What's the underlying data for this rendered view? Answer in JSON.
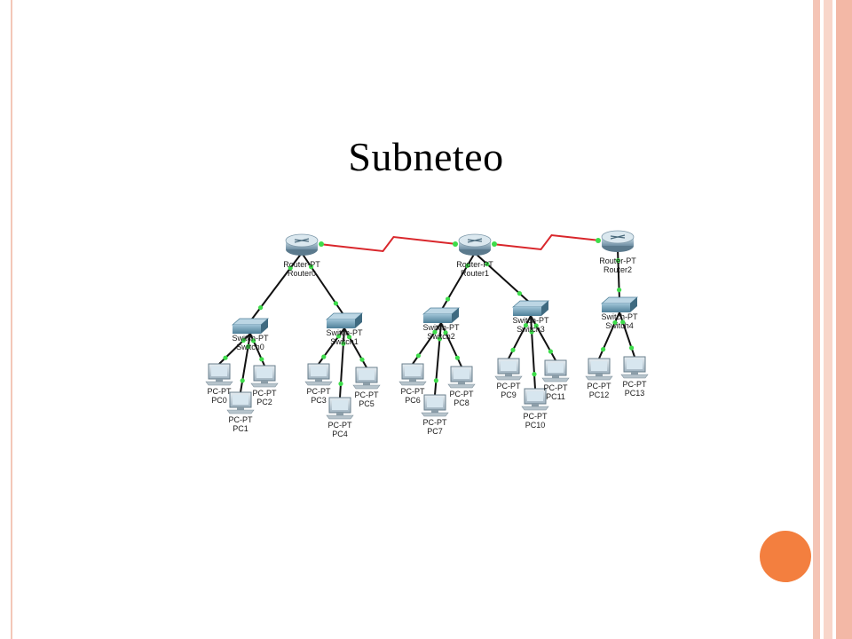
{
  "slide": {
    "title": "Subneteo",
    "accent_color": "#f37f3f",
    "stripe_colors": [
      "#f5c4b5",
      "#f8d6ca",
      "#f3b8a6"
    ]
  },
  "diagram": {
    "routers": [
      {
        "type": "Router-PT",
        "name": "Router0"
      },
      {
        "type": "Router-PT",
        "name": "Router1"
      },
      {
        "type": "Router-PT",
        "name": "Router2"
      }
    ],
    "switches": [
      {
        "type": "Switch-PT",
        "name": "Switch0"
      },
      {
        "type": "Switch-PT",
        "name": "Switch1"
      },
      {
        "type": "Switch-PT",
        "name": "Switch2"
      },
      {
        "type": "Switch-PT",
        "name": "Switch3"
      },
      {
        "type": "Switch-PT",
        "name": "Switch4"
      }
    ],
    "pcs": [
      {
        "type": "PC-PT",
        "name": "PC0"
      },
      {
        "type": "PC-PT",
        "name": "PC1"
      },
      {
        "type": "PC-PT",
        "name": "PC2"
      },
      {
        "type": "PC-PT",
        "name": "PC3"
      },
      {
        "type": "PC-PT",
        "name": "PC4"
      },
      {
        "type": "PC-PT",
        "name": "PC5"
      },
      {
        "type": "PC-PT",
        "name": "PC6"
      },
      {
        "type": "PC-PT",
        "name": "PC7"
      },
      {
        "type": "PC-PT",
        "name": "PC8"
      },
      {
        "type": "PC-PT",
        "name": "PC9"
      },
      {
        "type": "PC-PT",
        "name": "PC10"
      },
      {
        "type": "PC-PT",
        "name": "PC11"
      },
      {
        "type": "PC-PT",
        "name": "PC12"
      },
      {
        "type": "PC-PT",
        "name": "PC13"
      }
    ],
    "serial_link_color": "#d9262b",
    "ethernet_link_color": "#111111",
    "port_color": "#3ddc4a"
  }
}
